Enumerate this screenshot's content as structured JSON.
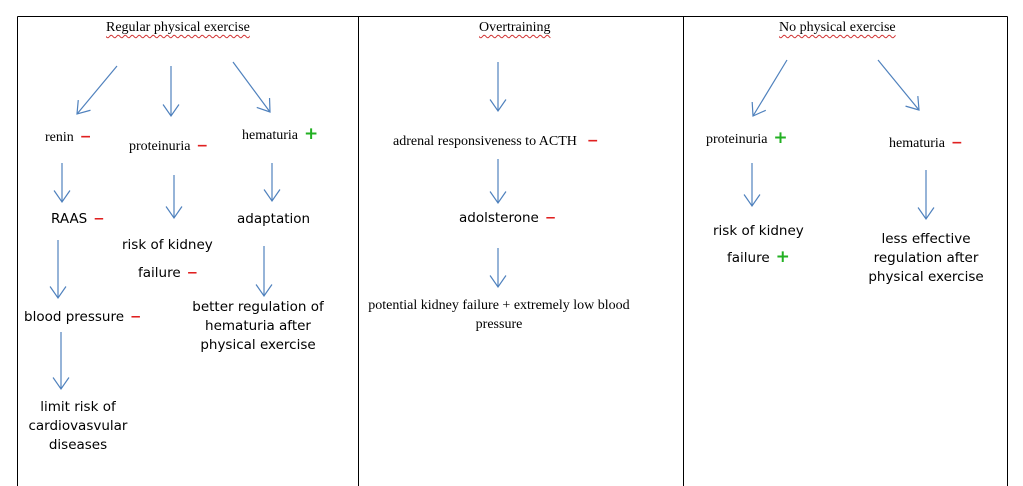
{
  "colors": {
    "minus": "#e02020",
    "plus": "#22b022",
    "arrow": "#4f81bd",
    "border": "#000000"
  },
  "columns": [
    {
      "header": "Regular physical exercise",
      "nodes": {
        "renin": "renin",
        "renin_sign": "−",
        "proteinuria": "proteinuria",
        "proteinuria_sign": "−",
        "hematuria": "hematuria",
        "hematuria_sign": "+",
        "raas": "RAAS",
        "raas_sign": "−",
        "risk_line1": "risk of kidney",
        "risk_line2": "failure",
        "risk_sign": "−",
        "adaptation": "adaptation",
        "blood_pressure": "blood pressure",
        "blood_pressure_sign": "−",
        "better_regulation": "better regulation of hematuria after physical exercise",
        "limit_risk": "limit risk of cardiovasvular diseases"
      }
    },
    {
      "header": "Overtraining",
      "nodes": {
        "adrenal": "adrenal responsiveness to ACTH",
        "adrenal_sign": "−",
        "adolsterone": "adolsterone",
        "adolsterone_sign": "−",
        "potential": "potential kidney failure + extremely low blood pressure"
      }
    },
    {
      "header": "No physical exercise",
      "nodes": {
        "proteinuria": "proteinuria",
        "proteinuria_sign": "+",
        "hematuria": "hematuria",
        "hematuria_sign": "−",
        "risk_line1": "risk of kidney",
        "risk_line2": "failure",
        "risk_sign": "+",
        "less_effective": "less effective regulation after physical exercise"
      }
    }
  ]
}
